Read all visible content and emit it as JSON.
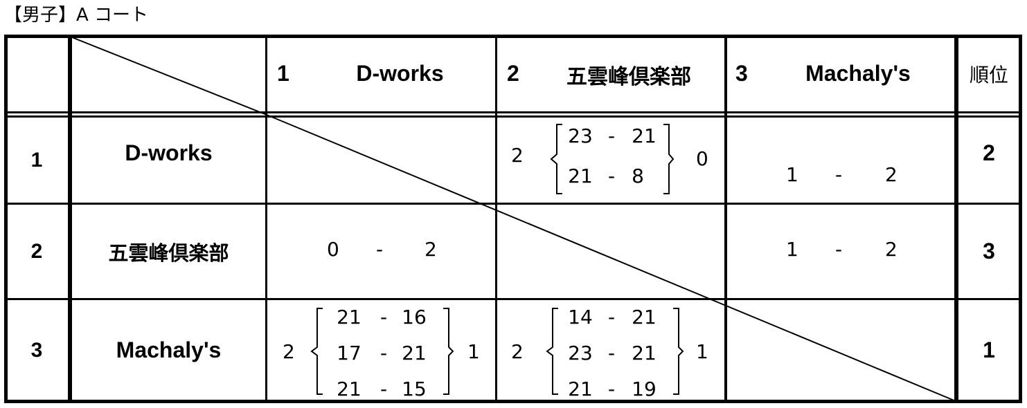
{
  "title": "【男子】A コート",
  "header": {
    "rank_label": "順位",
    "teams": [
      {
        "num": "1",
        "name": "D-works"
      },
      {
        "num": "2",
        "name": "五雲峰倶楽部"
      },
      {
        "num": "3",
        "name": "Machaly's"
      }
    ]
  },
  "rows": [
    {
      "num": "1",
      "name": "D-works",
      "rank": "2",
      "vs2": {
        "left": "2",
        "right": "0",
        "sets": [
          [
            "23",
            "21"
          ],
          [
            "21",
            "8"
          ]
        ]
      },
      "vs3": {
        "left": "1",
        "right": "2"
      }
    },
    {
      "num": "2",
      "name": "五雲峰倶楽部",
      "rank": "3",
      "vs1": {
        "left": "0",
        "right": "2"
      },
      "vs3": {
        "left": "1",
        "right": "2"
      }
    },
    {
      "num": "3",
      "name": "Machaly's",
      "rank": "1",
      "vs1": {
        "left": "2",
        "right": "1",
        "sets": [
          [
            "21",
            "16"
          ],
          [
            "17",
            "21"
          ],
          [
            "21",
            "15"
          ]
        ]
      },
      "vs2": {
        "left": "2",
        "right": "1",
        "sets": [
          [
            "14",
            "21"
          ],
          [
            "23",
            "21"
          ],
          [
            "21",
            "19"
          ]
        ]
      }
    }
  ],
  "dash": "-"
}
